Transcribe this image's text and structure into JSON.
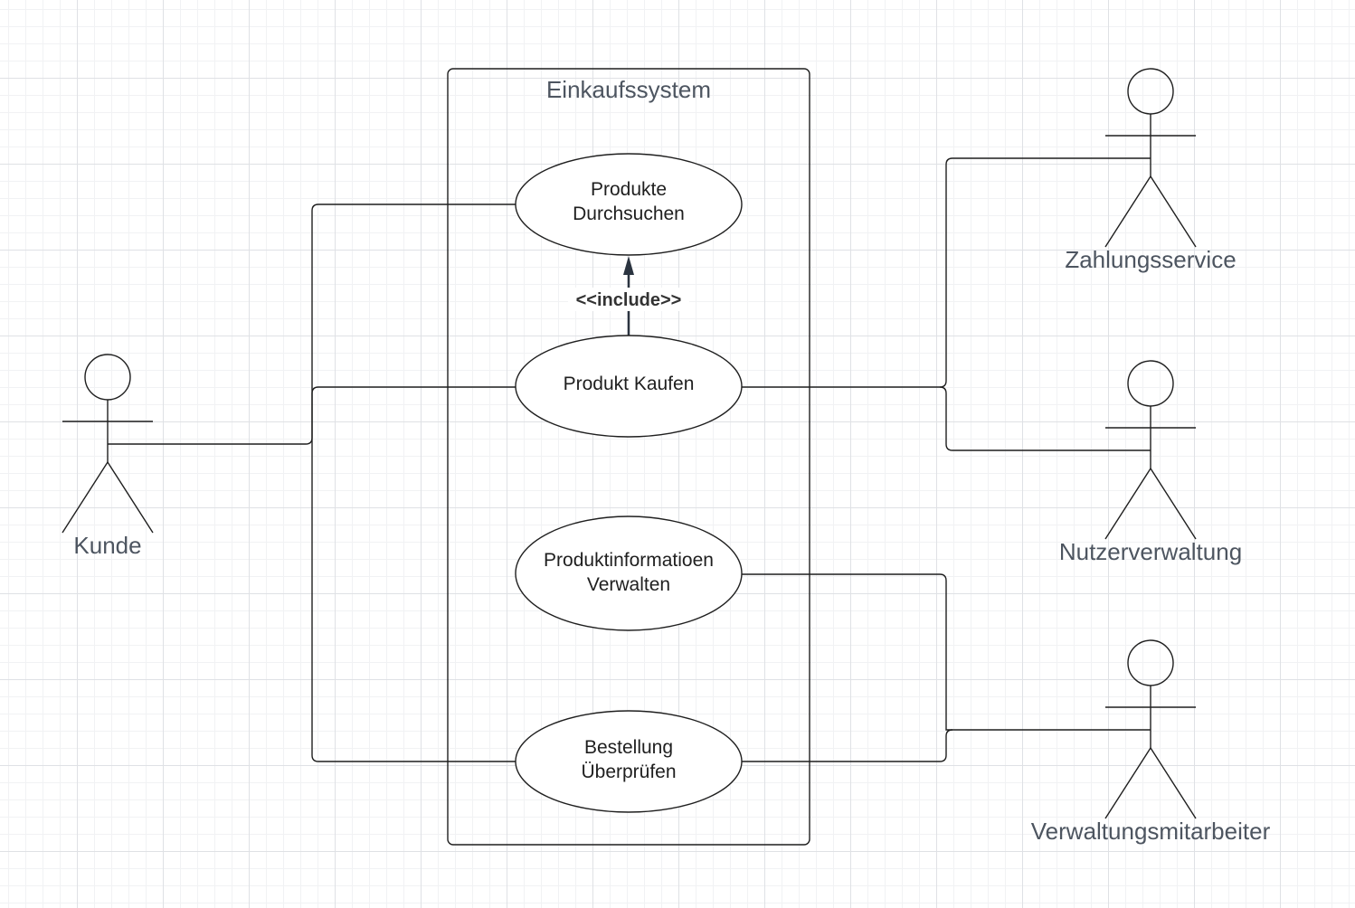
{
  "system": {
    "title": "Einkaufssystem"
  },
  "use_cases": {
    "browse": {
      "line1": "Produkte",
      "line2": "Durchsuchen"
    },
    "buy": {
      "line1": "Produkt Kaufen"
    },
    "manage": {
      "line1": "Produktinformatioen",
      "line2": "Verwalten"
    },
    "review": {
      "line1": "Bestellung",
      "line2": "Überprüfen"
    }
  },
  "relation": {
    "include_label": "<<include>>"
  },
  "actors": {
    "customer": "Kunde",
    "payment": "Zahlungsservice",
    "user_admin": "Nutzerverwaltung",
    "staff": "Verwaltungsmitarbeiter"
  },
  "colors": {
    "line": "#1f1f1f",
    "label": "#4d5560",
    "arrow": "#2b3440"
  }
}
